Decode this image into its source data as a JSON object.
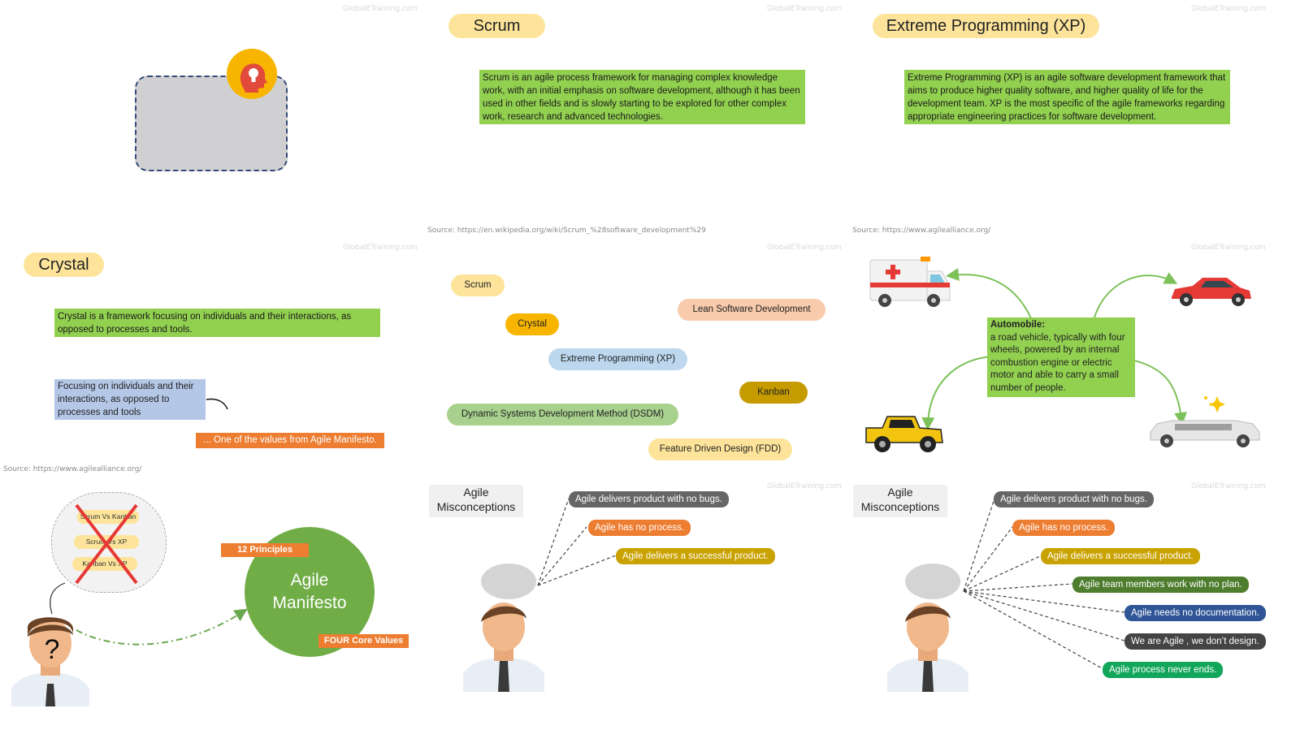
{
  "watermarks": [
    "GlobalETraining.com",
    "GlobalETraining.com",
    "GlobalETraining.com",
    "GlobalETraining.com",
    "GlobalETraining.com",
    "GlobalETraining.com",
    "GlobalETraining.com",
    "GlobalETraining.com"
  ],
  "slide_scrum": {
    "title": "Scrum",
    "description": "Scrum is an agile process framework for managing complex knowledge work, with an initial emphasis on software development, although it has been used in other fields and is slowly starting to be explored for other complex work, research and advanced technologies.",
    "source": "Source:  https://en.wikipedia.org/wiki/Scrum_%28software_development%29"
  },
  "slide_xp": {
    "title": "Extreme Programming (XP)",
    "description": "Extreme Programming (XP) is an agile software development framework that aims to produce higher quality software, and higher quality of life for the development team. XP is the most specific of the agile frameworks regarding appropriate engineering practices for software development.",
    "source": "Source:  https://www.agilealliance.org/"
  },
  "slide_crystal": {
    "title": "Crystal",
    "description": "Crystal is a framework focusing on individuals and their interactions, as opposed to processes and tools.",
    "value_box": "Focusing on individuals and their interactions, as opposed to processes and tools",
    "manifesto_note": "... One of the values from Agile Manifesto.",
    "source": "Source:  https://www.agilealliance.org/"
  },
  "slide_frameworks": {
    "pills": [
      "Scrum",
      "Crystal",
      "Extreme Programming (XP)",
      "Lean Software Development",
      "Kanban",
      "Dynamic Systems Development Method (DSDM)",
      "Feature Driven Design (FDD)"
    ]
  },
  "slide_automobile": {
    "heading": "Automobile:",
    "description": "a road vehicle, typically with four wheels, powered by an internal combustion engine or electric motor and able to carry a small number of people."
  },
  "slide_manifesto": {
    "cloud_items": [
      "Scrum Vs Kanban",
      "Scrum Vs XP",
      "Kanban Vs XP"
    ],
    "question_mark": "?",
    "circle_line1": "Agile",
    "circle_line2": "Manifesto",
    "principles_tag": "12 Principles",
    "values_tag": "FOUR Core Values"
  },
  "slide_misconceptions_1": {
    "title_line1": "Agile",
    "title_line2": "Misconceptions",
    "items": [
      {
        "text": "Agile delivers product with no bugs.",
        "color": "#666666"
      },
      {
        "text": "Agile has no process.",
        "color": "#ed7d31"
      },
      {
        "text": "Agile delivers a successful product.",
        "color": "#c9a100"
      }
    ]
  },
  "slide_misconceptions_2": {
    "title_line1": "Agile",
    "title_line2": "Misconceptions",
    "items": [
      {
        "text": "Agile delivers product with no bugs.",
        "color": "#666666"
      },
      {
        "text": "Agile has no process.",
        "color": "#ed7d31"
      },
      {
        "text": "Agile delivers a successful product.",
        "color": "#c9a100"
      },
      {
        "text": "Agile team members work with no plan.",
        "color": "#4e7d2e"
      },
      {
        "text": "Agile needs no documentation.",
        "color": "#2f5597"
      },
      {
        "text": "We are Agile , we don’t design.",
        "color": "#444444"
      },
      {
        "text": "Agile process never ends.",
        "color": "#12a65a"
      }
    ]
  }
}
